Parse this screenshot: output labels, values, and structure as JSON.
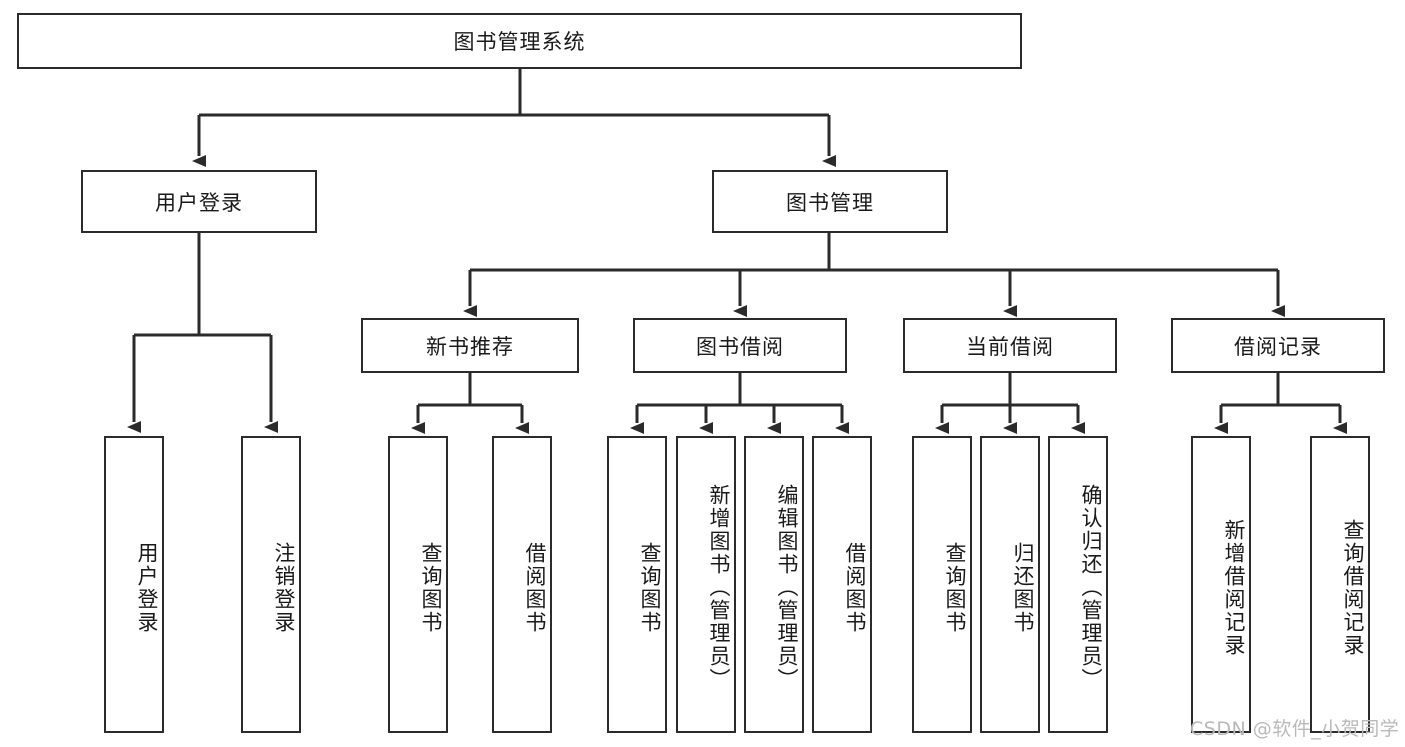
{
  "diagram": {
    "title": "图书管理系统",
    "watermark": "CSDN @软件_小贺同学",
    "stroke_color": "#2b2b2b",
    "background_color": "#ffffff",
    "text_color": "#1a1a1a",
    "watermark_color": "#b9b9b9",
    "levels": {
      "root": "图书管理系统",
      "level2": [
        "用户登录",
        "图书管理"
      ],
      "level3": [
        "新书推荐",
        "图书借阅",
        "当前借阅",
        "借阅记录"
      ]
    },
    "nodes": {
      "root": {
        "label": "图书管理系统"
      },
      "user_login": {
        "label": "用户登录"
      },
      "book_manage": {
        "label": "图书管理"
      },
      "new_book_rec": {
        "label": "新书推荐"
      },
      "book_borrow": {
        "label": "图书借阅"
      },
      "current_borrow": {
        "label": "当前借阅"
      },
      "borrow_record": {
        "label": "借阅记录"
      },
      "leaf_user_login": {
        "label": "用户登录"
      },
      "leaf_user_logout": {
        "label": "注销登录"
      },
      "leaf_query_book_a": {
        "label": "查询图书"
      },
      "leaf_borrow_book_a": {
        "label": "借阅图书"
      },
      "leaf_query_book_b": {
        "label": "查询图书"
      },
      "leaf_add_book": {
        "label": "新增图书（管理员）"
      },
      "leaf_edit_book": {
        "label": "编辑图书（管理员）"
      },
      "leaf_borrow_book_b": {
        "label": "借阅图书"
      },
      "leaf_query_book_c": {
        "label": "查询图书"
      },
      "leaf_return_book": {
        "label": "归还图书"
      },
      "leaf_confirm_return": {
        "label": "确认归还（管理员）"
      },
      "leaf_add_record": {
        "label": "新增借阅记录"
      },
      "leaf_query_record": {
        "label": "查询借阅记录"
      }
    },
    "tree": {
      "图书管理系统": {
        "用户登录": [
          "用户登录",
          "注销登录"
        ],
        "图书管理": {
          "新书推荐": [
            "查询图书",
            "借阅图书"
          ],
          "图书借阅": [
            "查询图书",
            "新增图书（管理员）",
            "编辑图书（管理员）",
            "借阅图书"
          ],
          "当前借阅": [
            "查询图书",
            "归还图书",
            "确认归还（管理员）"
          ],
          "借阅记录": [
            "新增借阅记录",
            "查询借阅记录"
          ]
        }
      }
    }
  }
}
